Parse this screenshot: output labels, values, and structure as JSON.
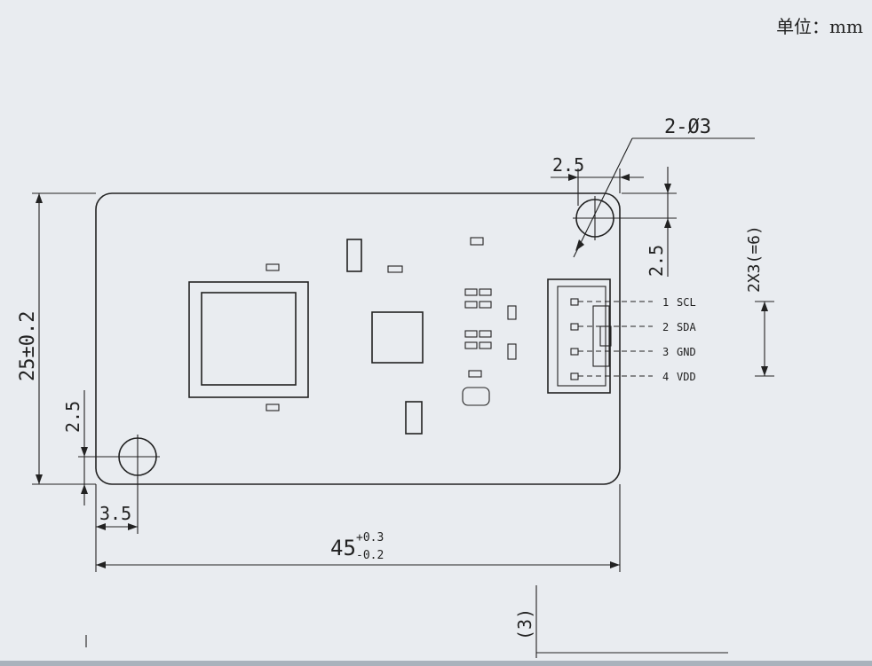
{
  "unit_label": "单位：mm",
  "dimensions": {
    "hole_callout": "2-Ø3",
    "hole_offset_top_x": "2.5",
    "hole_offset_top_y": "2.5",
    "pin_pitch": "2X3(=6)",
    "height": "25±0.2",
    "hole_offset_bottom_y": "2.5",
    "hole_offset_bottom_x": "3.5",
    "width_main": "45",
    "width_tol_upper": "+0.3",
    "width_tol_lower": "-0.2",
    "thickness": "(3)"
  },
  "pins": [
    {
      "num": "1",
      "name": "SCL"
    },
    {
      "num": "2",
      "name": "SDA"
    },
    {
      "num": "3",
      "name": "GND"
    },
    {
      "num": "4",
      "name": "VDD"
    }
  ]
}
